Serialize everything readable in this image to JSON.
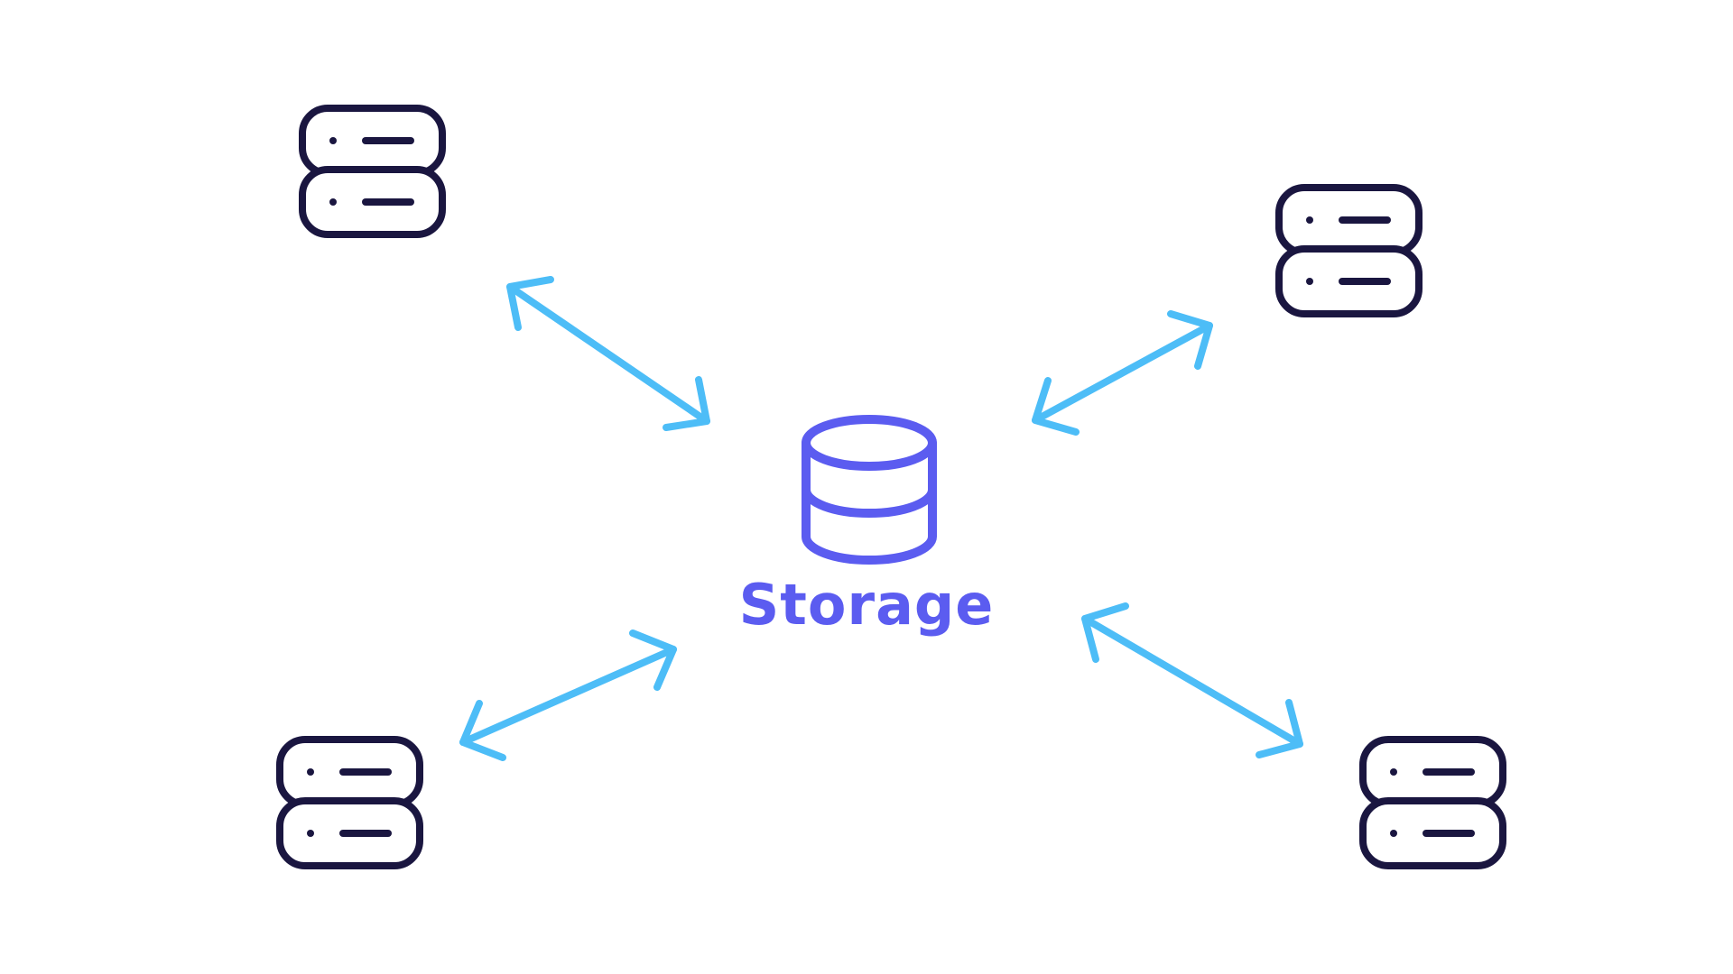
{
  "colors": {
    "server": "#1a1640",
    "arrow": "#4dbdf7",
    "database": "#5b5cf0",
    "background": "#ffffff"
  },
  "center": {
    "label": "Storage",
    "icon": "database-icon"
  },
  "nodes": [
    {
      "id": "top-left",
      "icon": "server-icon"
    },
    {
      "id": "top-right",
      "icon": "server-icon"
    },
    {
      "id": "bottom-left",
      "icon": "server-icon"
    },
    {
      "id": "bottom-right",
      "icon": "server-icon"
    }
  ],
  "connections": [
    {
      "from": "top-left",
      "to": "storage",
      "direction": "bidirectional"
    },
    {
      "from": "top-right",
      "to": "storage",
      "direction": "bidirectional"
    },
    {
      "from": "bottom-left",
      "to": "storage",
      "direction": "bidirectional"
    },
    {
      "from": "bottom-right",
      "to": "storage",
      "direction": "bidirectional"
    }
  ]
}
